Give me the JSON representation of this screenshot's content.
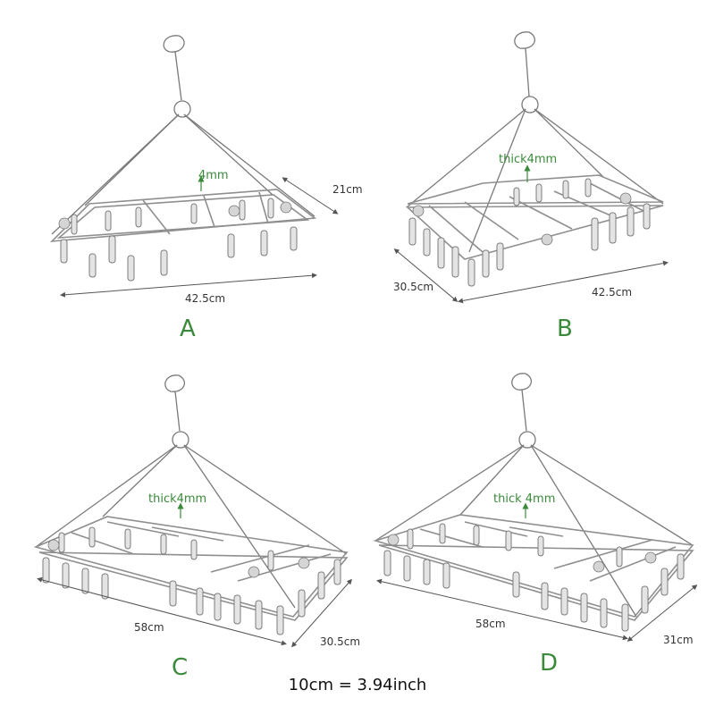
{
  "accent_green": "#3b8a3b",
  "variants": [
    {
      "letter": "A",
      "thickness_label": "4mm",
      "length_label": "42.5cm",
      "depth_label": "21cm"
    },
    {
      "letter": "B",
      "thickness_label": "thick4mm",
      "length_label": "42.5cm",
      "depth_label": "30.5cm"
    },
    {
      "letter": "C",
      "thickness_label": "thick4mm",
      "length_label": "58cm",
      "depth_label": "30.5cm"
    },
    {
      "letter": "D",
      "thickness_label": "thick 4mm",
      "length_label": "58cm",
      "depth_label": "31cm"
    }
  ],
  "conversion_note": "10cm = 3.94inch"
}
